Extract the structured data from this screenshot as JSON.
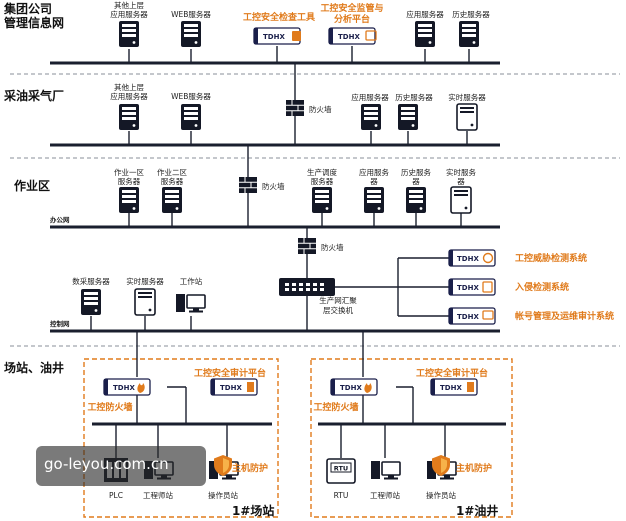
{
  "sections": {
    "group": [
      "集团公司",
      "管理信息网"
    ],
    "oil": "采油采气厂",
    "work": "作业区",
    "site": "场站、油井"
  },
  "nets": {
    "office": "办公网",
    "control": "控制网"
  },
  "top": {
    "other_app": [
      "其他上层",
      "应用服务器"
    ],
    "web": "WEB服务器",
    "check_tool": "工控安全检查工具",
    "monitor_platform": [
      "工控安全监管与",
      "分析平台"
    ],
    "app_server": "应用服务器",
    "history_server": "历史服务器"
  },
  "oil": {
    "other_app": [
      "其他上层",
      "应用服务器"
    ],
    "web": "WEB服务器",
    "firewall": "防火墙",
    "app_server": "应用服务器",
    "history_server": "历史服务器",
    "realtime_server": "实时服务器"
  },
  "work": {
    "zone1": [
      "作业一区",
      "服务器"
    ],
    "zone2": [
      "作业二区",
      "服务器"
    ],
    "firewall": "防火墙",
    "dispatch": [
      "生产调度",
      "服务器"
    ],
    "app_server": [
      "应用服务",
      "器"
    ],
    "history_server": [
      "历史服务",
      "器"
    ],
    "realtime_server": [
      "实时服务",
      "器"
    ]
  },
  "core": {
    "firewall": "防火墙",
    "switch": [
      "生产网汇聚",
      "层交换机"
    ],
    "threat": "工控威胁检测系统",
    "intrusion": "入侵检测系统",
    "account": "帐号管理及运维审计系统"
  },
  "control": {
    "collect": "数采服务器",
    "realtime": "实时服务器",
    "workstation": "工作站"
  },
  "brand": "TDHX",
  "site1": {
    "audit": "工控安全审计平台",
    "firewall": "工控防火墙",
    "host": "主机防护",
    "plc": "PLC",
    "engineer": "工程师站",
    "operator": "操作员站",
    "title": "1#场站"
  },
  "site2": {
    "audit": "工控安全审计平台",
    "firewall": "工控防火墙",
    "host": "主机防护",
    "rtu_box": "RTU",
    "rtu": "RTU",
    "engineer": "工程师站",
    "operator": "操作员站",
    "title": "1#油井"
  },
  "watermark": "go-leyou.com.cn",
  "colors": {
    "accent": "#e07b1c",
    "line": "#1a1f2e",
    "device": "#141826"
  }
}
